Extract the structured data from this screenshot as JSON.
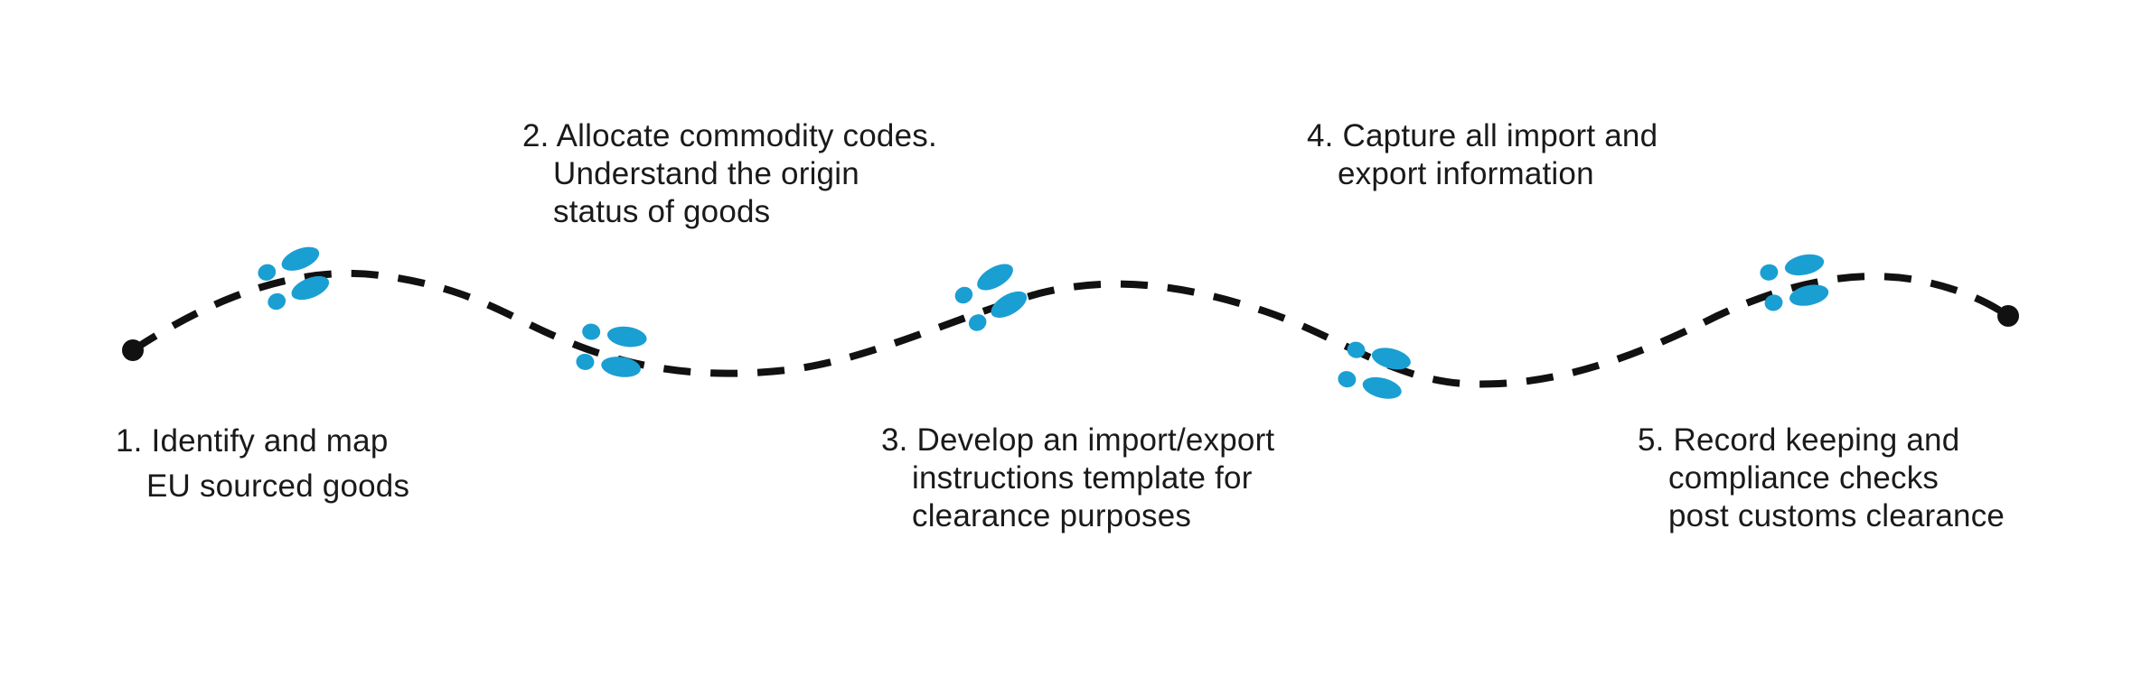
{
  "colors": {
    "path": "#111111",
    "footprint": "#1a9fd3",
    "text": "#1a1a1a",
    "background": "#ffffff"
  },
  "icons": [
    "start-dot",
    "footprints-icon",
    "end-dot"
  ],
  "steps": [
    {
      "line1": "1. Identify and map",
      "line2": "EU sourced goods"
    },
    {
      "line1": "2. Allocate commodity codes.",
      "line2": "Understand the origin",
      "line3": "status of goods"
    },
    {
      "line1": "3. Develop an import/export",
      "line2": "instructions template for",
      "line3": "clearance purposes"
    },
    {
      "line1": "4. Capture all import and",
      "line2": "export information"
    },
    {
      "line1": "5. Record keeping and",
      "line2": "compliance checks",
      "line3": "post customs clearance"
    }
  ]
}
